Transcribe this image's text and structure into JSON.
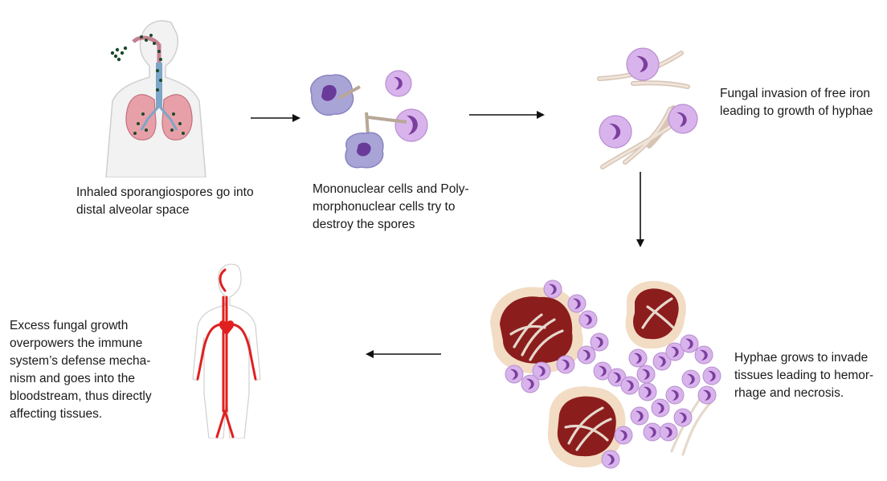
{
  "steps": [
    {
      "id": "inhalation",
      "caption": "Inhaled sporangiospores go into\ndistal alveolar space"
    },
    {
      "id": "immune-response",
      "caption": "Mononuclear cells and Poly-\nmorphonuclear cells try to\ndestroy the spores"
    },
    {
      "id": "iron-invasion",
      "caption": "Fungal invasion of free iron\nleading to growth of hyphae"
    },
    {
      "id": "tissue-invasion",
      "caption": "Hyphae grows to invade\ntissues leading to hemor-\nrhage and necrosis."
    },
    {
      "id": "dissemination",
      "caption": "Excess fungal growth\noverpowers the immune\nsystem’s defense mecha-\nnism and goes into the\nbloodstream, thus directly\naffecting tissues."
    }
  ],
  "colors": {
    "cell_fill": "#d9b3ec",
    "nucleus": "#7b3f9e",
    "macrophage_fill": "#a9a4d6",
    "hyphae": "#e6d8cc",
    "tissue": "#8c1d1d",
    "vessel": "#e02020",
    "lung": "#e8a0a8",
    "arrow": "#111111"
  }
}
